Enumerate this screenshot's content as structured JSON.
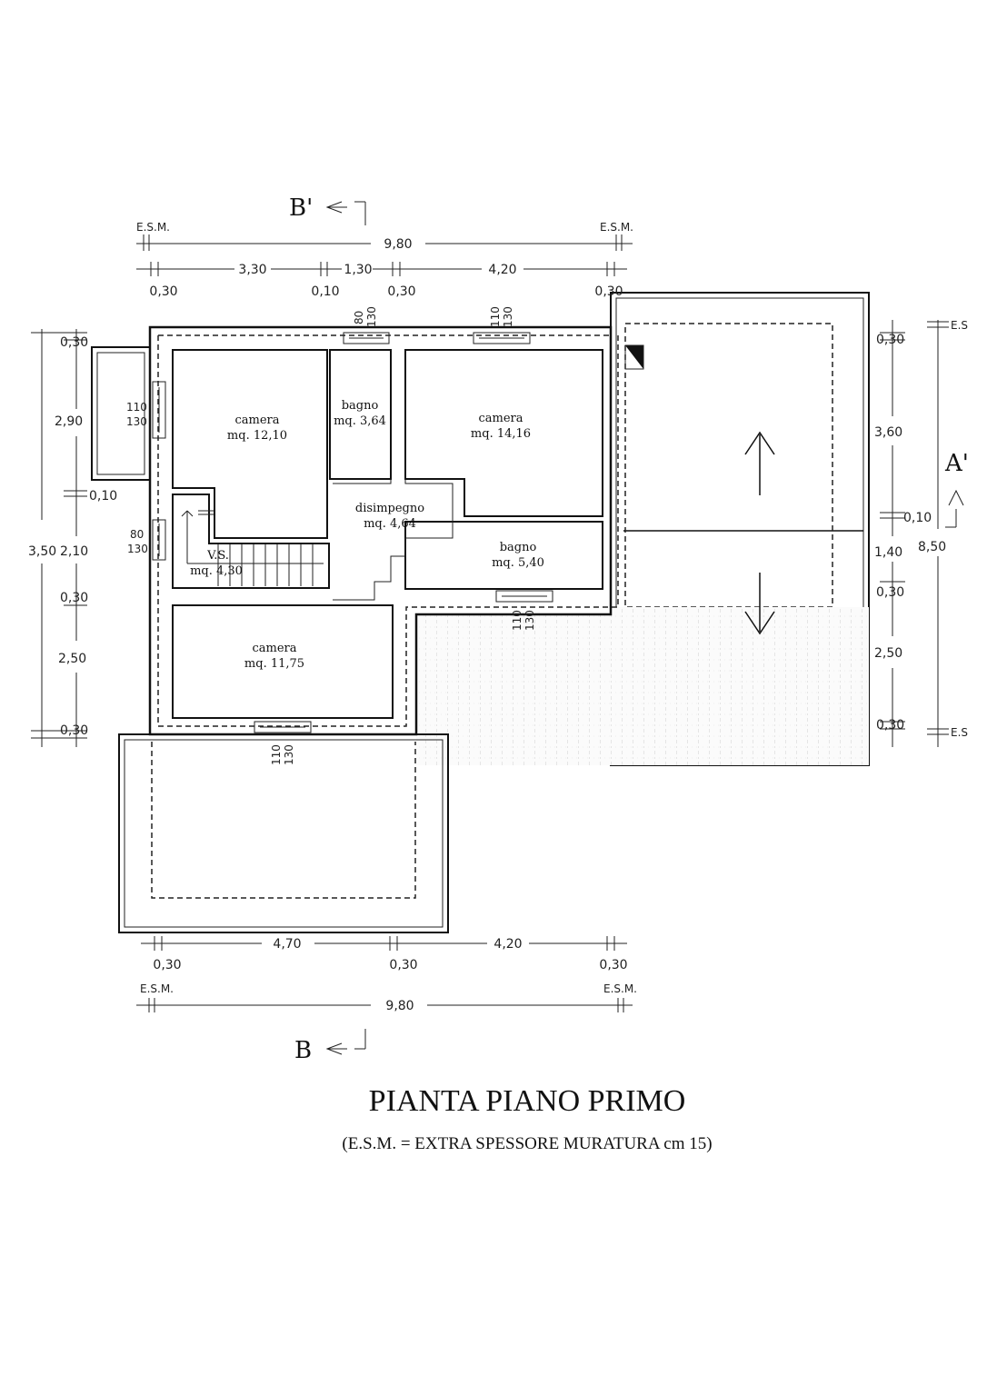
{
  "title": "PIANTA PIANO PRIMO",
  "subtitle": "(E.S.M. = EXTRA SPESSORE MURATURA cm 15)",
  "sections": {
    "b_top": "B'",
    "b_bottom": "B",
    "a_right": "A'"
  },
  "rooms": {
    "camera1": {
      "name": "camera",
      "area": "mq. 12,10"
    },
    "bagno1": {
      "name": "bagno",
      "area": "mq. 3,64"
    },
    "camera2": {
      "name": "camera",
      "area": "mq. 14,16"
    },
    "disimpegno": {
      "name": "disimpegno",
      "area": "mq. 4,64"
    },
    "bagno2": {
      "name": "bagno",
      "area": "mq. 5,40"
    },
    "vs": {
      "name": "V.S.",
      "area": "mq. 4,30"
    },
    "camera3": {
      "name": "camera",
      "area": "mq. 11,75"
    }
  },
  "windows": {
    "w_top_left_a": "80",
    "w_top_left_b": "130",
    "w_top_right_a": "110",
    "w_top_right_b": "130",
    "w_left_a": "110",
    "w_left_b": "130",
    "w_vs_a": "80",
    "w_vs_b": "130",
    "w_bagno_a": "110",
    "w_bagno_b": "130",
    "w_bottom_a": "110",
    "w_bottom_b": "130"
  },
  "dims_top": {
    "esm_left": "E.S.M.",
    "esm_right": "E.S.M.",
    "total": "9,80",
    "d1": "3,30",
    "d2": "1,30",
    "d3": "4,20",
    "w1": "0,30",
    "w2": "0,10",
    "w3": "0,30",
    "w4": "0,30"
  },
  "dims_bottom": {
    "d1": "4,70",
    "d2": "4,20",
    "w1": "0,30",
    "w2": "0,30",
    "w3": "0,30",
    "esm_left": "E.S.M.",
    "esm_right": "E.S.M.",
    "total": "9,80"
  },
  "dims_left": {
    "w1": "0,30",
    "d1": "2,90",
    "w2": "0,10",
    "d2": "2,10",
    "w3": "0,30",
    "d3": "2,50",
    "w4": "0,30",
    "total_partial": "3,50"
  },
  "dims_right": {
    "w1": "0,30",
    "d1": "3,60",
    "w2": "0,10",
    "d2": "1,40",
    "w3": "0,30",
    "d3": "2,50",
    "w4": "0,30",
    "total": "8,50",
    "esm_top": "E.S",
    "esm_bottom": "E.S"
  }
}
